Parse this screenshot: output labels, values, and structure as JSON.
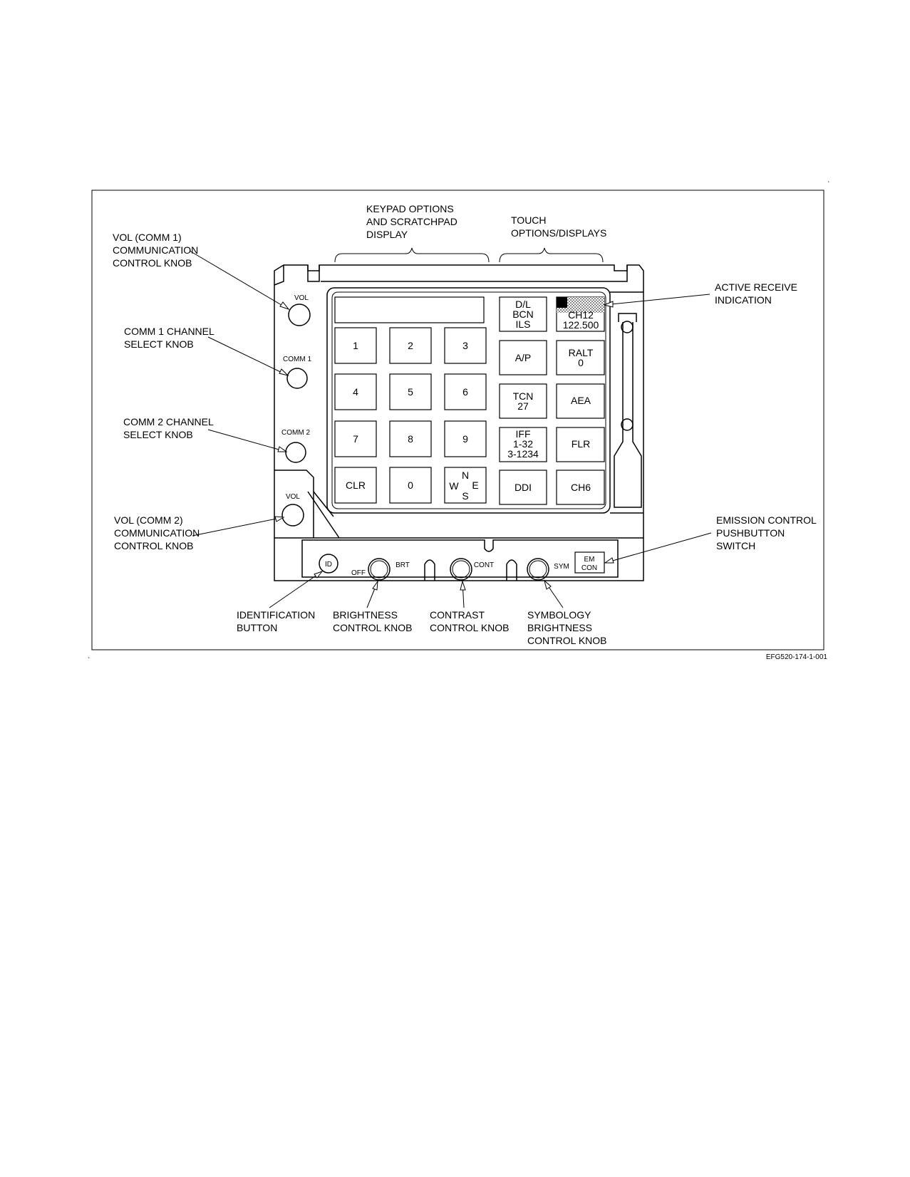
{
  "labels": {
    "keypad_options": [
      "KEYPAD OPTIONS",
      "AND SCRATCHPAD",
      "DISPLAY"
    ],
    "touch_options": [
      "TOUCH",
      "OPTIONS/DISPLAYS"
    ],
    "vol_comm1": [
      "VOL (COMM 1)",
      "COMMUNICATION",
      "CONTROL KNOB"
    ],
    "comm1_channel": [
      "COMM 1 CHANNEL",
      "SELECT KNOB"
    ],
    "comm2_channel": [
      "COMM 2 CHANNEL",
      "SELECT KNOB"
    ],
    "vol_comm2": [
      "VOL (COMM 2)",
      "COMMUNICATION",
      "CONTROL KNOB"
    ],
    "active_receive": [
      "ACTIVE RECEIVE",
      "INDICATION"
    ],
    "emission_control": [
      "EMISSION CONTROL",
      "PUSHBUTTON",
      "SWITCH"
    ],
    "identification": [
      "IDENTIFICATION",
      "BUTTON"
    ],
    "brightness": [
      "BRIGHTNESS",
      "CONTROL KNOB"
    ],
    "contrast": [
      "CONTRAST",
      "CONTROL KNOB"
    ],
    "symbology": [
      "SYMBOLOGY",
      "BRIGHTNESS",
      "CONTROL KNOB"
    ]
  },
  "panel": {
    "vol_top": "VOL",
    "comm1": "COMM 1",
    "comm2": "COMM 2",
    "vol_bottom": "VOL",
    "id": "ID",
    "off": "OFF",
    "brt": "BRT",
    "cont": "CONT",
    "sym": "SYM",
    "emcon": [
      "EM",
      "CON"
    ]
  },
  "keypad": [
    [
      "1",
      "2",
      "3"
    ],
    [
      "4",
      "5",
      "6"
    ],
    [
      "7",
      "8",
      "9"
    ],
    [
      "CLR",
      "0",
      ""
    ]
  ],
  "compass": {
    "n": "N",
    "w": "W",
    "e": "E",
    "s": "S"
  },
  "touch_keys": {
    "dl": [
      "D/L",
      "BCN",
      "ILS"
    ],
    "ch12": [
      "CH12",
      "122.500"
    ],
    "ap": [
      "A/P"
    ],
    "ralt": [
      "RALT",
      "0"
    ],
    "tcn": [
      "TCN",
      "27"
    ],
    "aea": [
      "AEA"
    ],
    "iff": [
      "IFF",
      "1-32",
      "3-1234"
    ],
    "flr": [
      "FLR"
    ],
    "ddi": [
      "DDI"
    ],
    "ch6": [
      "CH6"
    ]
  },
  "figure_id": "EFG520-174-1-001"
}
